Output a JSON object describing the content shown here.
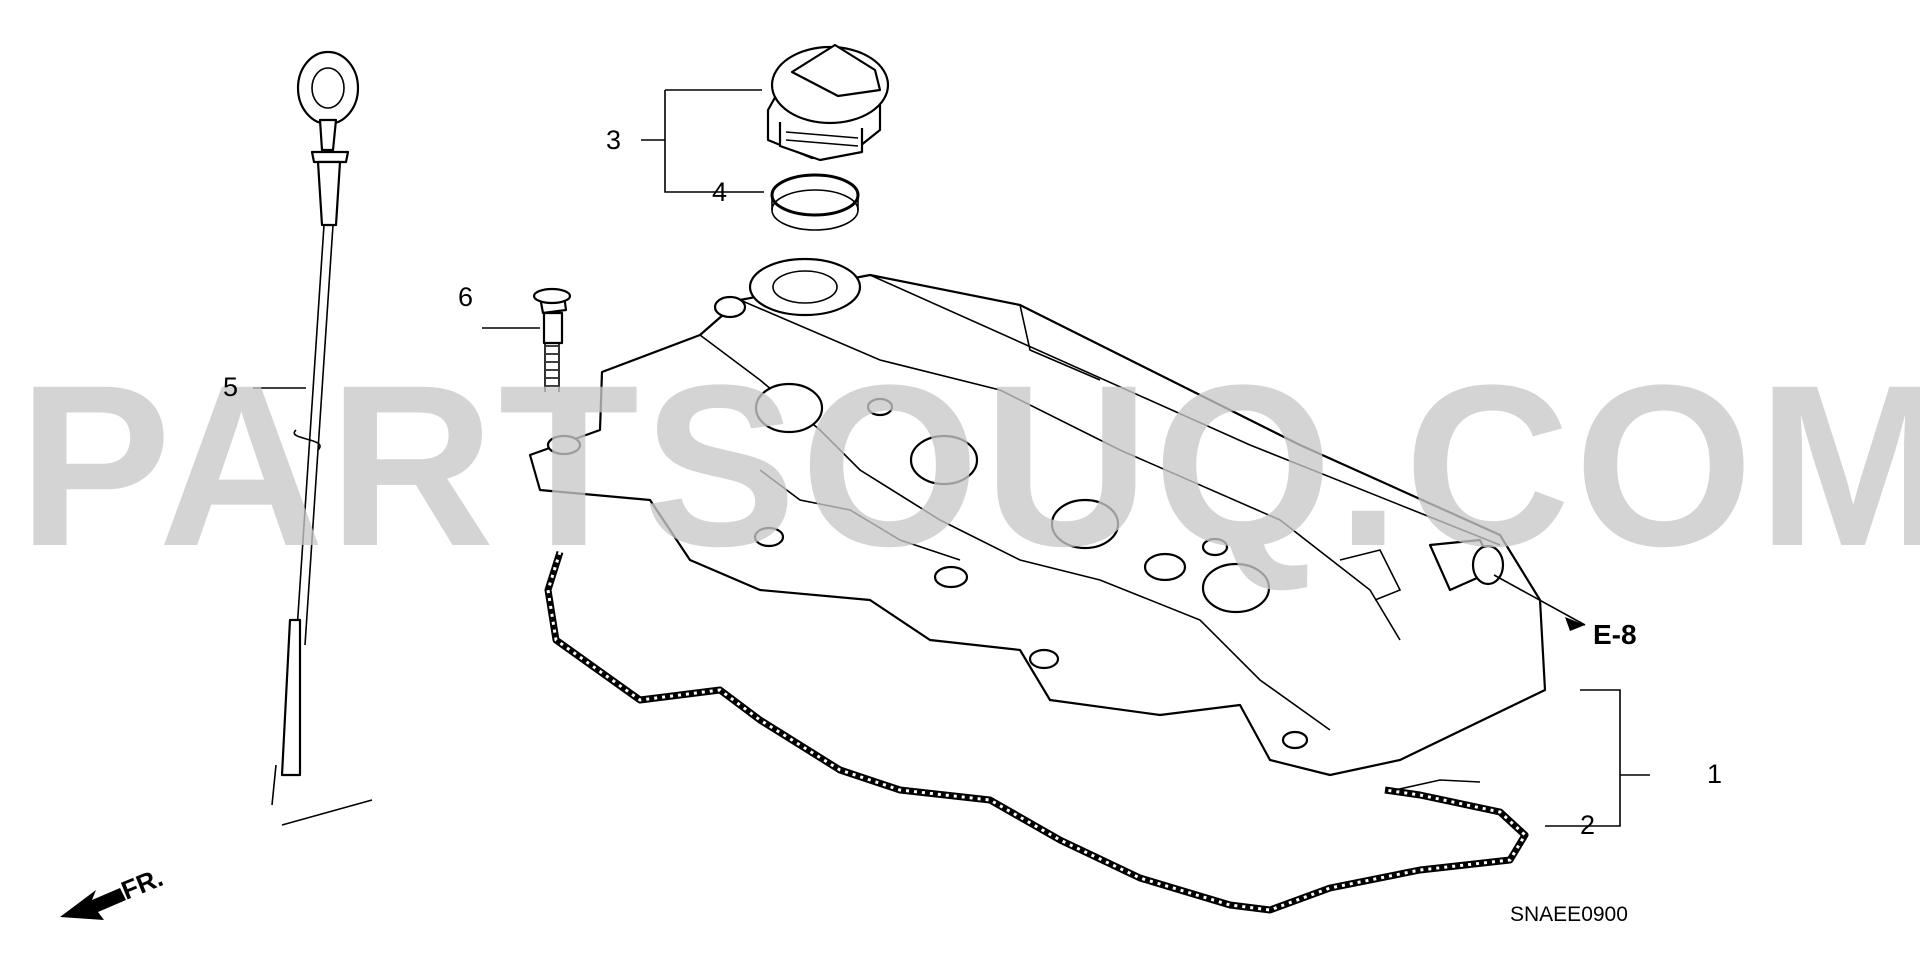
{
  "watermark": "PARTSOUQ.COM",
  "diagram_code": "SNAEE0900",
  "reference": "E-8",
  "front_indicator": "FR.",
  "callouts": {
    "c1": "1",
    "c2": "2",
    "c3": "3",
    "c4": "4",
    "c5": "5",
    "c6": "6"
  },
  "parts": [
    {
      "callout": "1",
      "icon": "cylinder-head-cover"
    },
    {
      "callout": "2",
      "icon": "head-cover-gasket"
    },
    {
      "callout": "3",
      "icon": "oil-filler-cap"
    },
    {
      "callout": "4",
      "icon": "filler-cap-o-ring"
    },
    {
      "callout": "5",
      "icon": "oil-level-dipstick"
    },
    {
      "callout": "6",
      "icon": "flange-bolt"
    }
  ]
}
